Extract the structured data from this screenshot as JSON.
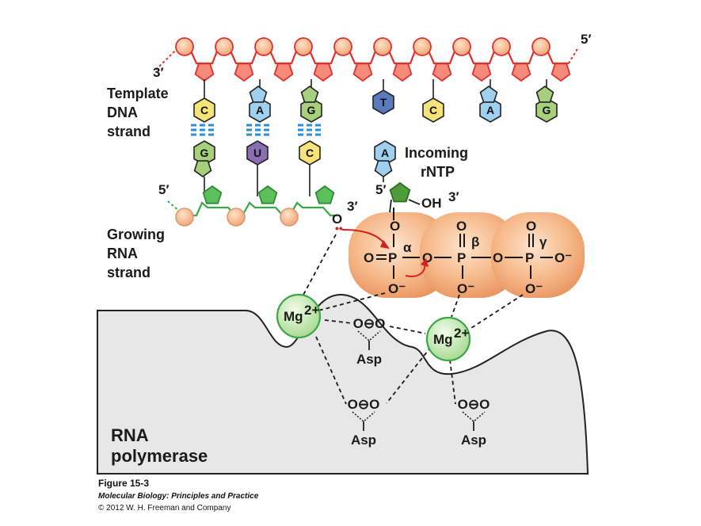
{
  "labels": {
    "five_prime_top": "5′",
    "three_prime_top": "3′",
    "template": [
      "Template",
      "DNA",
      "strand"
    ],
    "incoming": [
      "Incoming",
      "rNTP"
    ],
    "rntp_five_prime": "5′",
    "rntp_oh": "OH",
    "rntp_three_prime": "3′",
    "rna_five_prime": "5′",
    "rna_three_prime": "3′",
    "rna_end_o": "O",
    "growing": [
      "Growing",
      "RNA",
      "strand"
    ],
    "polymerase": [
      "RNA",
      "polymerase"
    ]
  },
  "template_bases": [
    "C",
    "A",
    "G",
    "T",
    "C",
    "A",
    "G"
  ],
  "rna_bases": [
    "G",
    "U",
    "C"
  ],
  "incoming_base": "A",
  "triphosphate": {
    "phosphorus": "P",
    "oxygen": "O",
    "alpha": "α",
    "beta": "β",
    "gamma": "γ",
    "o_minus": "O⁻"
  },
  "metal": {
    "ion": "Mg",
    "charge": "2+"
  },
  "aspartate": {
    "label": "Asp",
    "carboxylate": "O⊖O"
  },
  "caption": {
    "figure": "Figure 15-3",
    "book": "Molecular Biology: Principles and Practice",
    "copyright": "© 2012 W. H. Freeman and Company"
  },
  "colors": {
    "dna_backbone": "#e0312b",
    "rna_backbone": "#3aa845",
    "phosphate_sphere": "#f3b083",
    "base_C": "#f6e47a",
    "base_G": "#a7d07c",
    "base_A": "#9fd0ef",
    "base_T": "#5b79be",
    "base_U": "#8a6fb3",
    "mg": "#b7e2a6",
    "polymerase": "#e6e6e6"
  }
}
